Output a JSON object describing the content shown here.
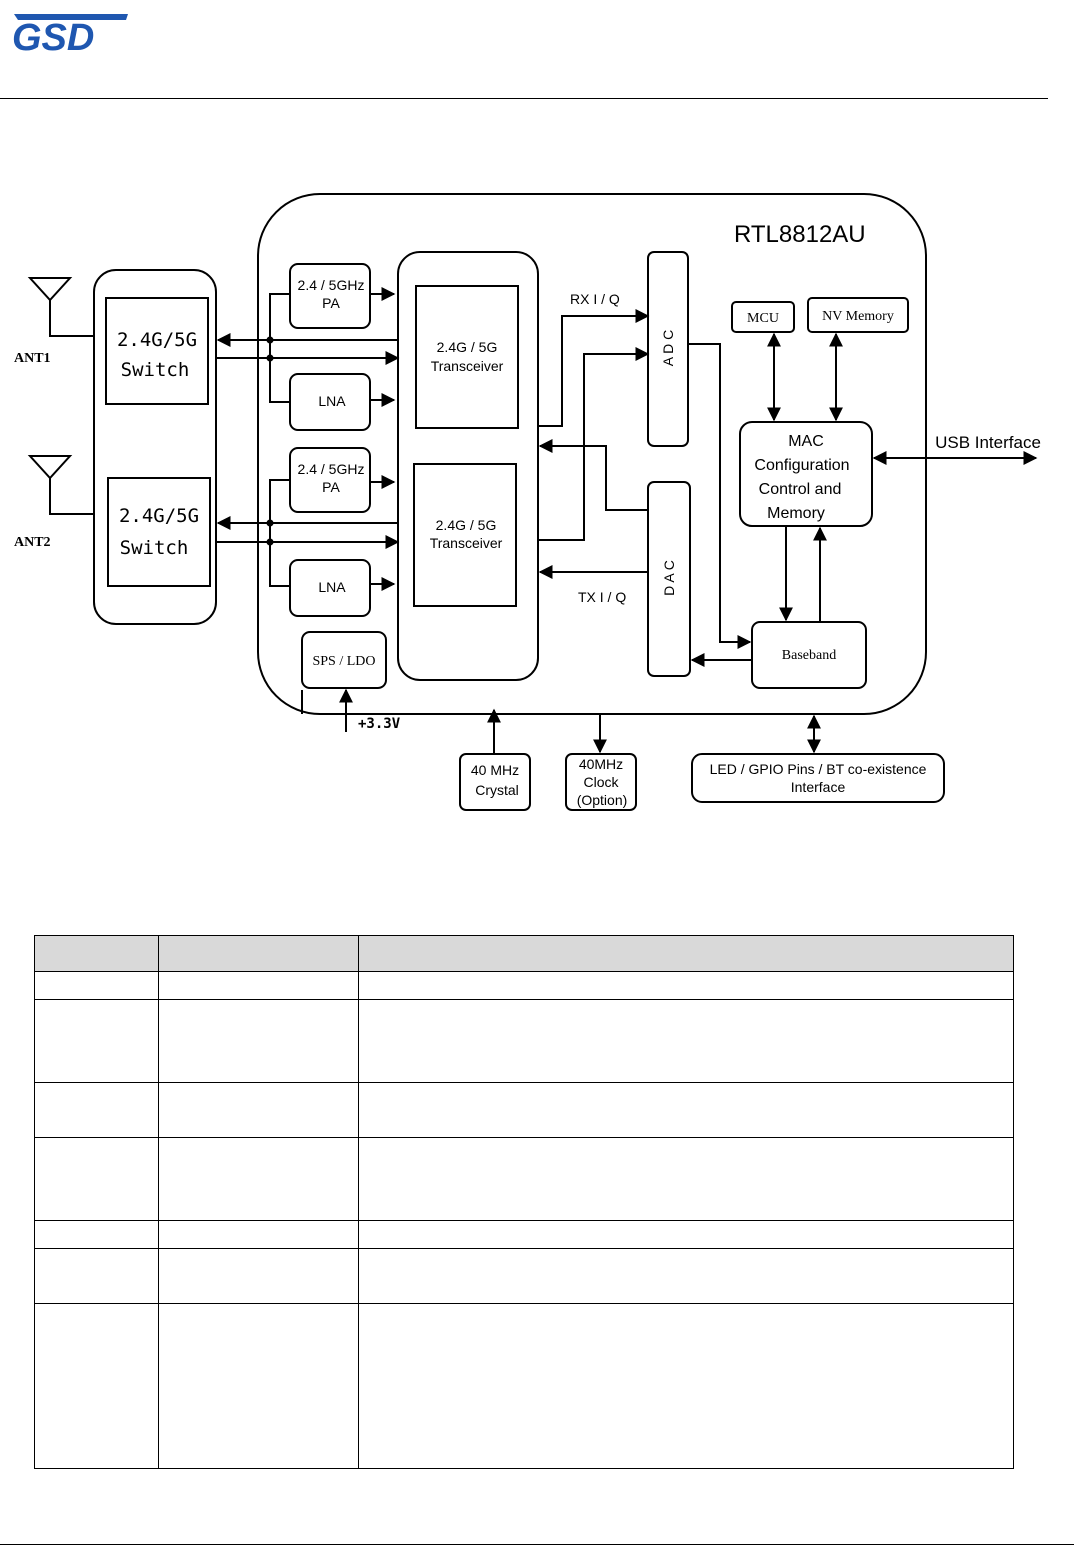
{
  "header": {
    "logo_text": "GSD"
  },
  "diagram": {
    "chip_title": "RTL8812AU",
    "pa_top": [
      "2.4 / 5GHz",
      "PA"
    ],
    "pa_bottom": [
      "2.4 / 5GHz",
      "PA"
    ],
    "lna": "LNA",
    "switch_line1": "2.4G/5G",
    "switch_line2": "Switch",
    "ant1": "ANT1",
    "ant2": "ANT2",
    "transceiver_line1": "2.4G / 5G",
    "transceiver_line2": "Transceiver",
    "rx_iq": "RX I / Q",
    "tx_iq": "TX I / Q",
    "adc": "A D C",
    "dac": "D A C",
    "mcu": "MCU",
    "nv_memory": "NV Memory",
    "mac": [
      "MAC",
      "Configuration",
      "Control and",
      "Memory"
    ],
    "usb": "USB Interface",
    "baseband": "Baseband",
    "sps": "SPS / LDO",
    "voltage": "+3.3V",
    "crystal": [
      "40 MHz",
      "Crystal"
    ],
    "clock": [
      "40MHz",
      "Clock",
      "(Option)"
    ],
    "led": [
      "LED / GPIO Pins / BT co-existence",
      "Interface"
    ]
  },
  "table": {
    "rows": 7
  }
}
